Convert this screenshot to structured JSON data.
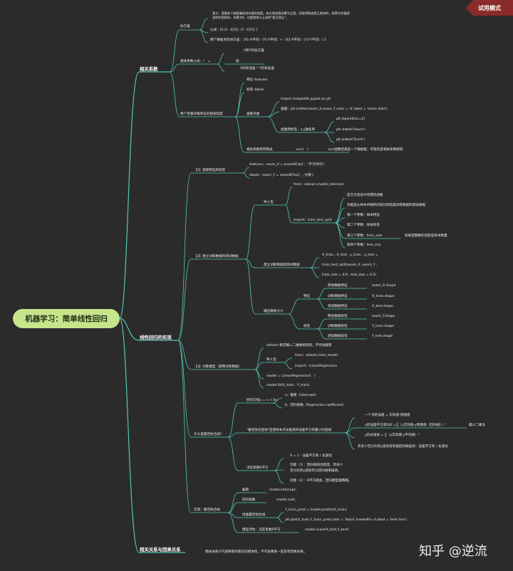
{
  "badge": "试用模式",
  "watermark": "知乎 @逆流",
  "root": "机器学习：简单线性回归",
  "s1": {
    "title": "相关系数",
    "cov": {
      "label": "协方差",
      "note": "意义：度量各个维度偏离其均值的程度。协方差的值如果为正值，则说明两者是正相关的，结果为负值就说明负相关的，如果为0，也就是统计上说的\"相互独立\"。",
      "formula": "公式：E[（X - E[X]）(Y - E[Y]) ]",
      "eg": "两个数据点的协方差：（X1-X平均）(Y1-Y平均）+（X2-X平均）（Y2-Y平均）/ 2"
    },
    "corr": {
      "label": "相关系数公式：r　=",
      "num": "X和Y的协方差",
      "div": "除",
      "den": "X的标准差 * Y的标准差"
    },
    "two": {
      "label": "两个变量间每单位的相关程度",
      "feat": "特征 features",
      "lab": "标签 labels",
      "scatter": {
        "label": "画散点图",
        "import": "import matplotlib.pyplot as plt",
        "draw": "画图：plt.scatter(exam_X,exam_Y,color = 'b',label = 'exam data')",
        "axis": "加图例标签，x,y轴名称",
        "l1": "plt.legend(loc=2)",
        "l2": "plt.xlabel('Hours')",
        "l3": "plt.ylabel('Score')"
      },
      "corrm": "相关系数矩阵制表",
      "corrf": ".corr(　)",
      "corrd": "corr函数结果是一个数据框，存放的是相关系数矩阵"
    }
  },
  "s2": {
    "title": "线性回归的实现",
    "g1": {
      "label": "【1】提取特征和标签",
      "a": "features：exam_X = examDf.loc[：,'学习时间']",
      "b": "labels：exam_Y = examDf.loc[：,'分数']"
    },
    "g2": {
      "label": "【2】建立训练数据和测试数据",
      "imp": "导入包",
      "from": "from：sklearn.model_selection",
      "tts": "import：train_test_split",
      "tts1": "是交叉验证中常用的函数",
      "tts2": "功能是从样本中随机的按比例选取训练数据和测试数据",
      "p1": "第一个参数：样本特征",
      "p2": "第二个参数：样本标签",
      "p3": "第三个参数：train_size",
      "p3d": "如果是整数的话就是样本数量",
      "p4": "第四个参数：test_size",
      "build": "建立训练数据和测试数据",
      "b1": "X_train , X_test , y_train , y_test =",
      "b2": "train_test_split(exam_X ,exam_Y ,",
      "b3": "train_size = 0.8 , test_size = 0.2)",
      "out": "输出数据大小",
      "fe": "特征",
      "la": "标签",
      "o": [
        [
          "原始数据特征",
          "exam_X.shape"
        ],
        [
          "训练数据特征",
          "X_train.shape"
        ],
        [
          "测试数据特征",
          "X_test.shape"
        ],
        [
          "原始数据标签",
          "exam_Y.shape"
        ],
        [
          "训练数据标签",
          "Y_train.shape"
        ],
        [
          "测试数据标签",
          "Y_test.shape"
        ]
      ]
    },
    "g3": {
      "label": "【3】训练模型（使用训练数据）",
      "sk": "sklearn 要求输入二维数组结构，不然会报错",
      "imp": "导入包",
      "from": "from：skleam.liner_model",
      "import": "import：LinearRegression",
      "model": "model = LinearRegression(　)",
      "fit": "model.fit(X_train , Y_train)"
    },
    "g4": {
      "label": "什么是最佳拟合线?",
      "eq": "回归方程y = a + bx",
      "a": "a：截距（intercept）",
      "b": "b：回归系数（Regression coefficient）",
      "best": "\"最佳拟合直线\"是使样本点误差值的误差平方和最小的直线",
      "e1": "一个点的误差 = 实际值-预测值",
      "e2": "y的误差平方和SSE =∑（y实际值-y预测值（回归线））²",
      "e2r": "最小二乘法",
      "e3": "y的总波动 = ∑（y实际值-y平均值）²",
      "e4": "有多少百分比的y波动没有被回归线描述：误差平方和 / 总波动",
      "r2": "决定系数R平方",
      "r2a": "R = 1 - 误差平方和 / 总波动",
      "f1": "功能（1）：回归线拟合程度。有多少",
      "f1b": "百分比的y波动可以回归线来描述。",
      "f2": "功能（2）：R平方越高，回归模型越精确。"
    },
    "g5": {
      "label": "实现：最佳拟合线",
      "i": "截距",
      "iv": "model.intercept_",
      "c": "回归系数",
      "cv": "model.coef_",
      "d": "绘图最佳拟合线",
      "d1": "Y_train_pred = model.predict(X_train)",
      "d2": "plt.plot(X_train,Y_train_pred,color = 'black',linewidth=3,label = 'best line')",
      "e": "模型评估：决定系数R平方",
      "ev": "model.score(X_test,Y_test)"
    }
  },
  "s3": {
    "title": "相关关系与因果关系",
    "note": "相关关系只代表两者间变化的相关性，不代表两者一定具有因果关系。"
  }
}
